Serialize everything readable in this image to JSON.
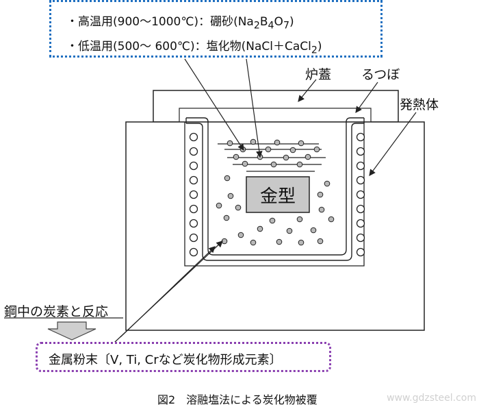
{
  "notes": {
    "high_temp": "・高温用(900～1000℃)：硼砂(Na",
    "high_temp_sub1": "2",
    "high_temp_mid1": "B",
    "high_temp_sub2": "4",
    "high_temp_mid2": "O",
    "high_temp_sub3": "7",
    "high_temp_end": ")",
    "low_temp": "・低温用(500～ 600℃)：塩化物(NaCl＋CaCl",
    "low_temp_sub": "2",
    "low_temp_end": ")"
  },
  "labels": {
    "lid": "炉蓋",
    "crucible": "るつぼ",
    "heater": "発熱体",
    "mold": "金型",
    "reaction": "鋼中の炭素と反応",
    "powder": "金属粉末〔V, Ti, Crなど炭化物形成元素〕",
    "caption": "図2　溶融塩法による炭化物被覆",
    "watermark": "www.gdzsteel.com"
  },
  "colors": {
    "note_border": "#1f6fc0",
    "powder_border": "#8a3fb0",
    "mold_fill": "#c8c8c8",
    "particle_fill": "#b8b8b8"
  }
}
